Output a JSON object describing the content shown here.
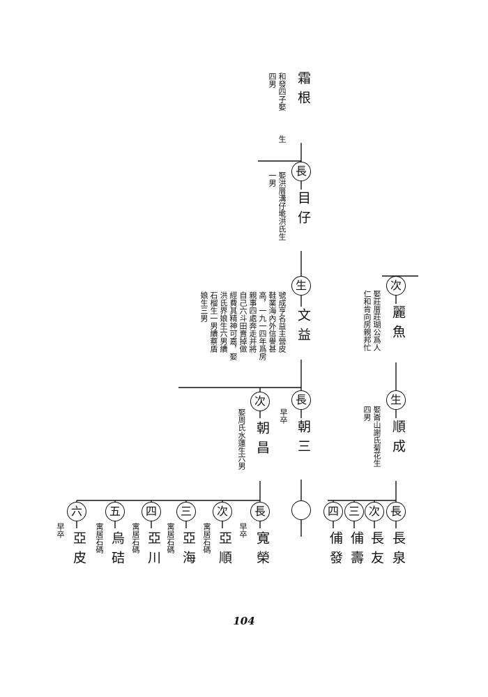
{
  "genealogy": {
    "shuanggen": {
      "name": "霜根",
      "note": [
        "和發四子娶",
        "四男"
      ],
      "note_sheng": "生"
    },
    "muzai": {
      "rank": "長",
      "name": "目仔",
      "note": [
        "娶洪厝溝仔墘洪氏生",
        "一男"
      ]
    },
    "wenyi": {
      "rank": "生",
      "name": "文益",
      "note": [
        "號成亨名益主營皮",
        "鞋業海內外信譽甚",
        "高，一九一四年爲房",
        "親事四處奔走并將",
        "自己六斗田賣掉做",
        "經費其精神可嘉，娶",
        "洪氏界娘生六男續",
        "石榴生一男續蔡盾",
        "娘生三男"
      ]
    },
    "lishi": {
      "rank": "次",
      "name": "麗魚",
      "note": [
        "娶莊厝莊瑚公爲人",
        "仁和肯向房親邦忙"
      ]
    },
    "shuncheng": {
      "rank": "生",
      "name": "順成",
      "note": [
        "娶崙山謝氏菊花生",
        "四男"
      ]
    },
    "chaosan": {
      "rank": "長",
      "name": "朝三",
      "note": [
        "早卒"
      ]
    },
    "chaochang": {
      "rank": "次",
      "name": "朝昌",
      "note": [
        "娶周氏水蓮生六男"
      ]
    },
    "chaochang_sons": [
      {
        "rank": "長",
        "name": "寬榮",
        "note": "早卒"
      },
      {
        "rank": "次",
        "name": "亞順",
        "note": "寓居石碼"
      },
      {
        "rank": "三",
        "name": "亞海",
        "note": "寓居石碼"
      },
      {
        "rank": "四",
        "name": "亞川",
        "note": "寓居石碼"
      },
      {
        "rank": "五",
        "name": "烏硈",
        "note": "寓居石碼"
      },
      {
        "rank": "六",
        "name": "亞皮",
        "note": "早卒"
      }
    ],
    "shuncheng_sons": [
      {
        "rank": "長",
        "name": "長泉"
      },
      {
        "rank": "次",
        "name": "長友"
      },
      {
        "rank": "三",
        "name": "俌壽"
      },
      {
        "rank": "四",
        "name": "俌發"
      }
    ]
  },
  "page_number": "104"
}
